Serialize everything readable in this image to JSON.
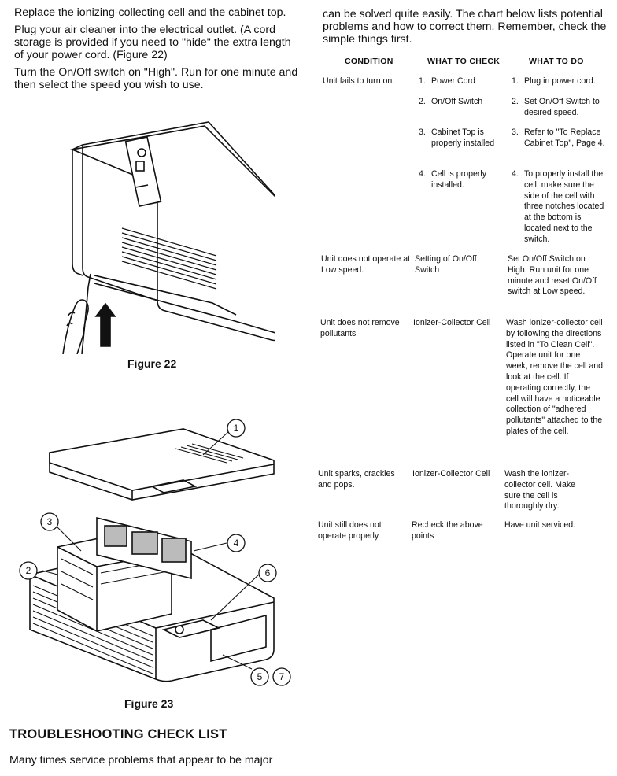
{
  "left_paragraphs": [
    "Replace the ionizing-collecting cell and the cabinet top.",
    "Plug your air cleaner into the electrical outlet. (A cord storage is provided if you need to \"hide\" the extra length of your power cord. (Figure 22)",
    "Turn the On/Off switch on \"High\". Run for one minute and then select the speed you wish to use."
  ],
  "figure22_caption": "Figure 22",
  "figure23_caption": "Figure 23",
  "figure23_callouts": [
    "1",
    "2",
    "3",
    "4",
    "5",
    "6",
    "7"
  ],
  "section_heading": "TROUBLESHOOTING CHECK LIST",
  "bottom_text": "Many times service problems that appear to be major",
  "right_intro": "can be solved quite easily. The chart below lists potential problems and how to correct them. Remember, check the simple things first.",
  "table": {
    "headers": [
      "CONDITION",
      "WHAT TO CHECK",
      "WHAT TO DO"
    ],
    "rows": [
      {
        "condition": "Unit fails to turn on.",
        "check": [
          {
            "n": "1.",
            "t": "Power Cord"
          },
          {
            "n": "2.",
            "t": "On/Off Switch"
          },
          {
            "n": "3.",
            "t": "Cabinet Top is properly installed"
          },
          {
            "n": "4.",
            "t": "Cell is properly installed."
          }
        ],
        "do": [
          {
            "n": "1.",
            "t": "Plug in power cord."
          },
          {
            "n": "2.",
            "t": "Set On/Off Switch to desired speed."
          },
          {
            "n": "3.",
            "t": "Refer to \"To Replace Cabinet Top\", Page 4."
          },
          {
            "n": "4.",
            "t": "To properly install the cell, make sure the side of the cell with three notches located at the bottom is located next to the switch."
          }
        ]
      },
      {
        "condition": "Unit does not operate at Low speed.",
        "check_text": "Setting of On/Off Switch",
        "do_text": "Set On/Off Switch on High. Run unit for one minute and reset On/Off switch at Low speed."
      },
      {
        "condition": "Unit does not remove pollutants",
        "check_text": "Ionizer-Collector Cell",
        "do_text": "Wash ionizer-collector cell by following the directions listed in \"To Clean Cell\". Operate unit for one week, remove the cell and look at the cell. If operating correctly, the cell will have a noticeable collection of \"adhered pollutants\" attached to the plates of the cell."
      },
      {
        "condition": "Unit sparks, crackles and pops.",
        "check_text": "Ionizer-Collector Cell",
        "do_text": "Wash the ionizer-collector cell. Make sure the cell is thoroughly dry."
      },
      {
        "condition": "Unit still does not operate properly.",
        "check_text": "Recheck the above points",
        "do_text": "Have unit serviced."
      }
    ]
  }
}
